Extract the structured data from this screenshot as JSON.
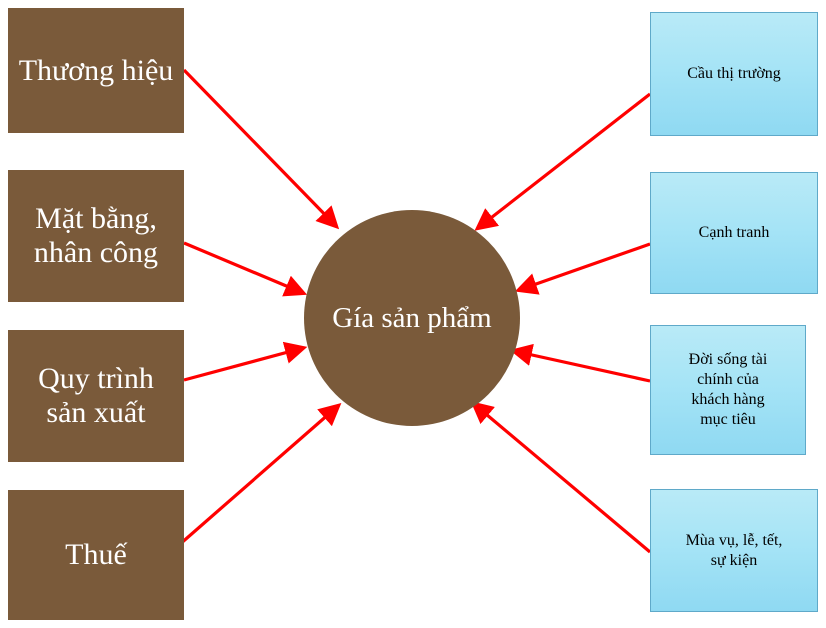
{
  "diagram": {
    "type": "hub-and-spoke",
    "center": {
      "label": "Gía sản phẩm",
      "color": "#7a5a3a",
      "text_color": "#ffffff"
    },
    "left_nodes": [
      {
        "id": "thuong-hieu",
        "label": "Thương hiệu"
      },
      {
        "id": "mat-bang-nhan-cong",
        "label": "Mặt bằng,\nnhân công"
      },
      {
        "id": "quy-trinh-san-xuat",
        "label": "Quy trình\nsản xuất"
      },
      {
        "id": "thue",
        "label": "Thuế"
      }
    ],
    "right_nodes": [
      {
        "id": "cau-thi-truong",
        "label": "Cầu thị trường"
      },
      {
        "id": "canh-tranh",
        "label": "Cạnh tranh"
      },
      {
        "id": "doi-song-tai-chinh",
        "label": "Đời sống tài\nchính của\nkhách hàng\nmục tiêu"
      },
      {
        "id": "mua-vu-le-tet",
        "label": "Mùa vụ, lễ, tết,\nsự kiện"
      }
    ],
    "arrow_color": "#ff0000",
    "left_box_color": "#7a5a3a",
    "right_box_color": "#a6e4f6",
    "right_box_border": "#5fa9c9"
  }
}
